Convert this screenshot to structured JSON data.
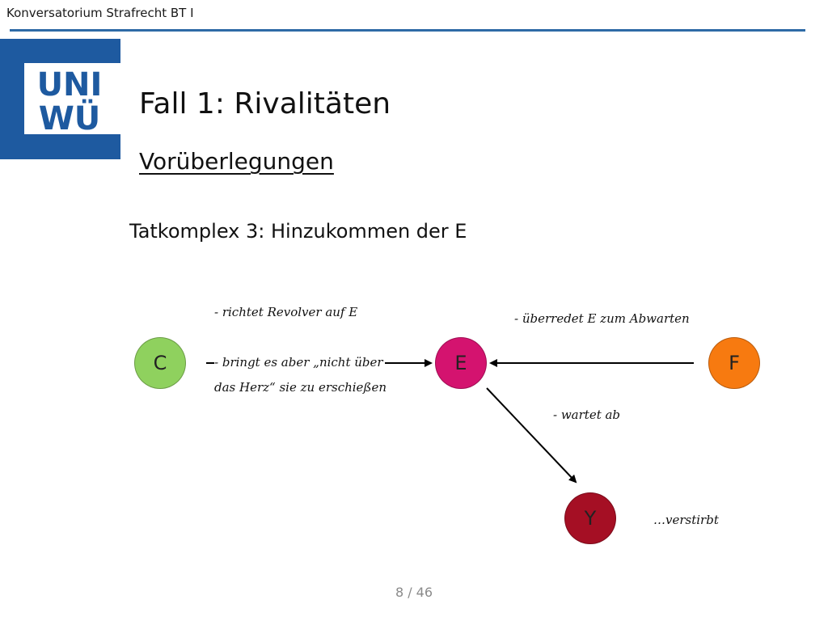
{
  "header": {
    "course": "Konversatorium Strafrecht BT I"
  },
  "logo": {
    "line1": "UNI",
    "line2": "WÜ",
    "color": "#1e5aa0"
  },
  "slide": {
    "title": "Fall 1: Rivalitäten",
    "subtitle": "Vorüberlegungen",
    "heading": "Tatkomplex 3: Hinzukommen der E"
  },
  "diagram": {
    "nodes": {
      "c": {
        "label": "C",
        "color": "#8fd15e"
      },
      "e": {
        "label": "E",
        "color": "#d4136f"
      },
      "f": {
        "label": "F",
        "color": "#f77a10"
      },
      "y": {
        "label": "Y",
        "color": "#a50f24"
      }
    },
    "notes": {
      "c_line1": "- richtet Revolver auf E",
      "c_line2": "- bringt es aber „nicht über",
      "c_line3": "das Herz“ sie zu erschießen",
      "f_note": "- überredet E zum Abwarten",
      "e_note": "- wartet ab",
      "y_note": "…verstirbt"
    }
  },
  "footer": {
    "page": "8 / 46"
  }
}
